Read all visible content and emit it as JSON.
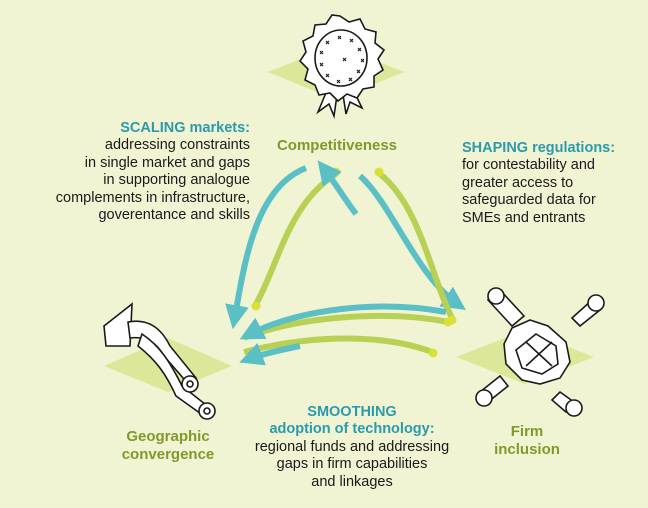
{
  "nodes": {
    "competitiveness": "Competitiveness",
    "geographic": {
      "line1": "Geographic",
      "line2": "convergence"
    },
    "firm": {
      "line1": "Firm",
      "line2": "inclusion"
    }
  },
  "scaling": {
    "title": "SCALING markets:",
    "lines": [
      "addressing constraints",
      "in single market and gaps",
      "in supporting analogue",
      "complements in infrastructure,",
      "goverentance and skills"
    ]
  },
  "shaping": {
    "title": "SHAPING regulations:",
    "lines": [
      "for contestability and",
      "greater access to",
      "safeguarded data for",
      "SMEs and entrants"
    ]
  },
  "smoothing": {
    "title_line1": "SMOOTHING",
    "title_line2": "adoption of technology:",
    "lines": [
      "regional funds and addressing",
      "gaps in firm capabilities",
      "and linkages"
    ]
  },
  "colors": {
    "background": "#f1f4d3",
    "arrow_teal": "#5bbfc6",
    "arrow_green": "#b8d154",
    "dot": "#d9e03a",
    "accent_teal": "#2b9aaa",
    "accent_green": "#7f9a2a",
    "platform": "#dde79a"
  },
  "icons": {
    "top": "eu-seal-rosette-icon",
    "left": "geographic-pointer-icon",
    "right": "firm-gear-linkage-icon"
  }
}
